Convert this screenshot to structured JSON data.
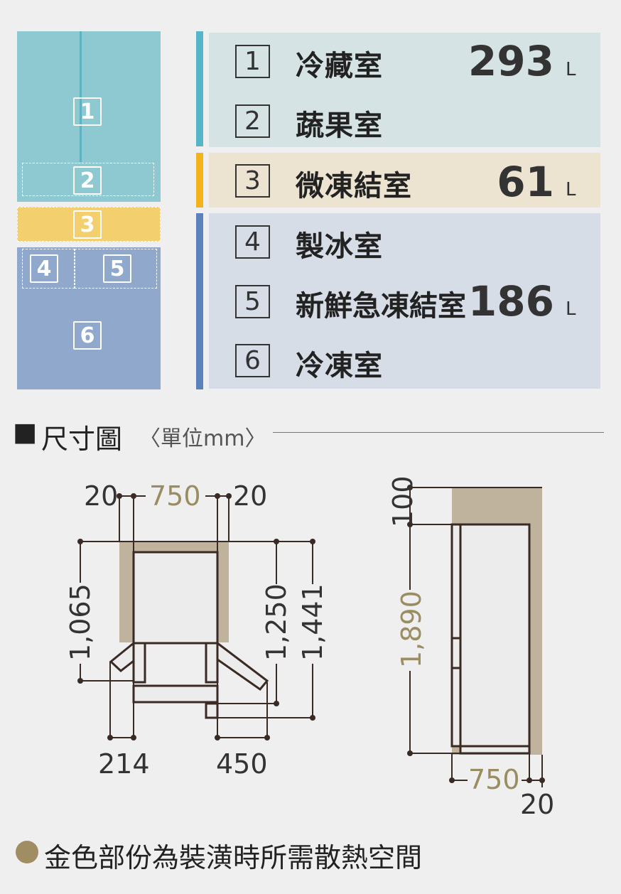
{
  "fridge_sections": {
    "s1": "1",
    "s2": "2",
    "s3": "3",
    "s4": "4",
    "s5": "5",
    "s6": "6"
  },
  "compartments": [
    {
      "num": "1",
      "name": "冷藏室"
    },
    {
      "num": "2",
      "name": "蔬果室"
    },
    {
      "num": "3",
      "name": "微凍結室"
    },
    {
      "num": "4",
      "name": "製冰室"
    },
    {
      "num": "5",
      "name": "新鮮急凍結室"
    },
    {
      "num": "6",
      "name": "冷凍室"
    }
  ],
  "capacities": [
    {
      "value": "293",
      "unit": "L"
    },
    {
      "value": "61",
      "unit": "L"
    },
    {
      "value": "186",
      "unit": "L"
    }
  ],
  "dimension_heading": {
    "bullet": "■",
    "title": "尺寸圖",
    "unit_note": "〈單位mm〉"
  },
  "top_view_dims": {
    "left_gap": "20",
    "width": "750",
    "right_gap": "20",
    "depth_1065": "1,065",
    "depth_1250": "1,250",
    "depth_1441": "1,441",
    "left_door": "214",
    "right_door": "450"
  },
  "side_view_dims": {
    "top_clearance": "100",
    "height": "1,890",
    "depth": "750",
    "back_gap": "20"
  },
  "footnote": {
    "text": "金色部份為裝潢時所需散熱空間"
  },
  "colors": {
    "fridge_teal": "#8ec9d2",
    "fridge_yellow": "#f4cf6e",
    "fridge_blue": "#8fa8cc",
    "row_teal": "#d5e3e5",
    "row_yellow": "#ece3d1",
    "row_blue": "#d7dde7",
    "bar_teal": "#56b5c7",
    "bar_yellow": "#f4b21d",
    "bar_blue": "#5b82bb",
    "gold": "#bfb39e",
    "dim_gold": "#9a8d62"
  }
}
